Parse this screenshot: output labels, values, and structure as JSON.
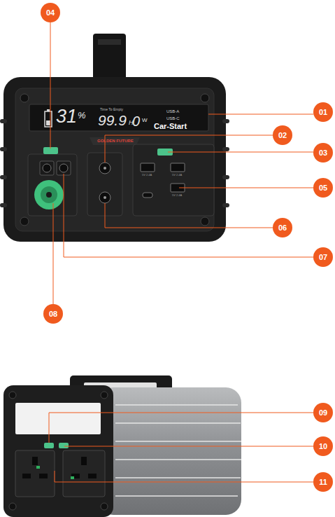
{
  "diagram": {
    "nodes": [
      {
        "text": [
          "04"
        ]
      },
      {
        "text": [
          "01"
        ]
      },
      {
        "text": [
          "02"
        ]
      },
      {
        "text": [
          "03"
        ]
      },
      {
        "text": [
          "05"
        ]
      },
      {
        "text": [
          "06"
        ]
      },
      {
        "text": [
          "07"
        ]
      },
      {
        "text": [
          "08"
        ]
      },
      {
        "text": [
          "09"
        ]
      },
      {
        "text": [
          "10"
        ]
      },
      {
        "text": [
          "11"
        ]
      }
    ],
    "labels": [
      "31",
      "%",
      "Time To Empty",
      "99.9",
      "H",
      "0",
      "W",
      "USB-A",
      "USB-C",
      "Car-Start",
      "GOLDEN FUTURE",
      "5V 2.4A",
      "5V 2.4A",
      "5V 2.4A"
    ]
  }
}
